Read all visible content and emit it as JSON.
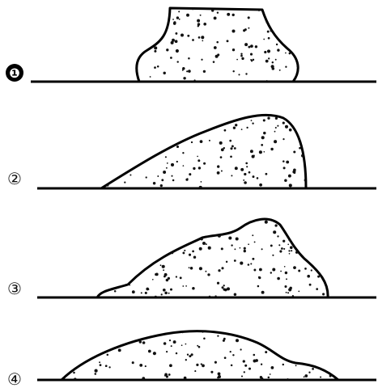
{
  "figures": [
    {
      "marker": "❶",
      "marker_style": "filled"
    },
    {
      "marker": "②",
      "marker_style": "outline"
    },
    {
      "marker": "③",
      "marker_style": "outline"
    },
    {
      "marker": "④",
      "marker_style": "outline"
    }
  ]
}
